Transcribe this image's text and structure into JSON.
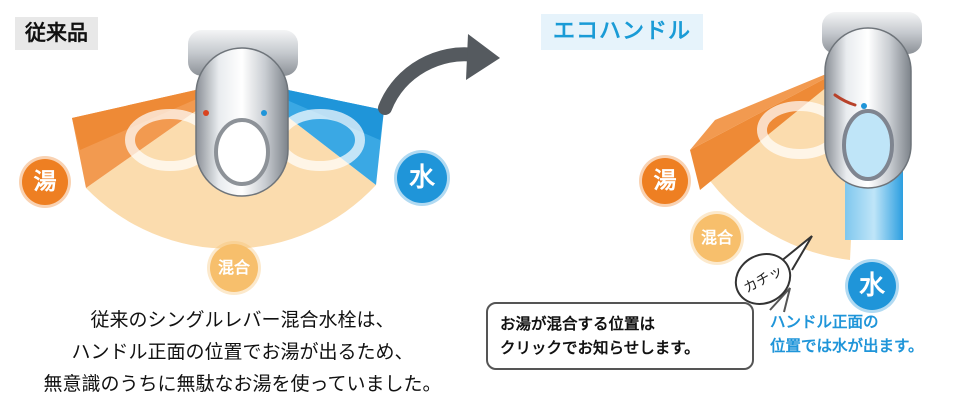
{
  "conventional": {
    "label": "従来品",
    "hot_badge": "湯",
    "mix_badge": "混合",
    "cold_badge": "水",
    "caption_lines": [
      "従来のシングルレバー混合水栓は、",
      "ハンドル正面の位置でお湯が出るため、",
      "無意識のうちに無駄なお湯を使っていました。"
    ]
  },
  "eco": {
    "label": "エコハンドル",
    "hot_badge": "湯",
    "mix_badge": "混合",
    "cold_badge": "水",
    "click_sound": "カチッ",
    "callout_lines": [
      "お湯が混合する位置は",
      "クリックでお知らせします。"
    ],
    "cold_note_lines": [
      "ハンドル正面の",
      "位置では水が出ます。"
    ]
  },
  "colors": {
    "hot": "#ee7f22",
    "mix": "#f7bf6c",
    "cold": "#1f95d9",
    "eco_label": "#1a9bd6"
  }
}
